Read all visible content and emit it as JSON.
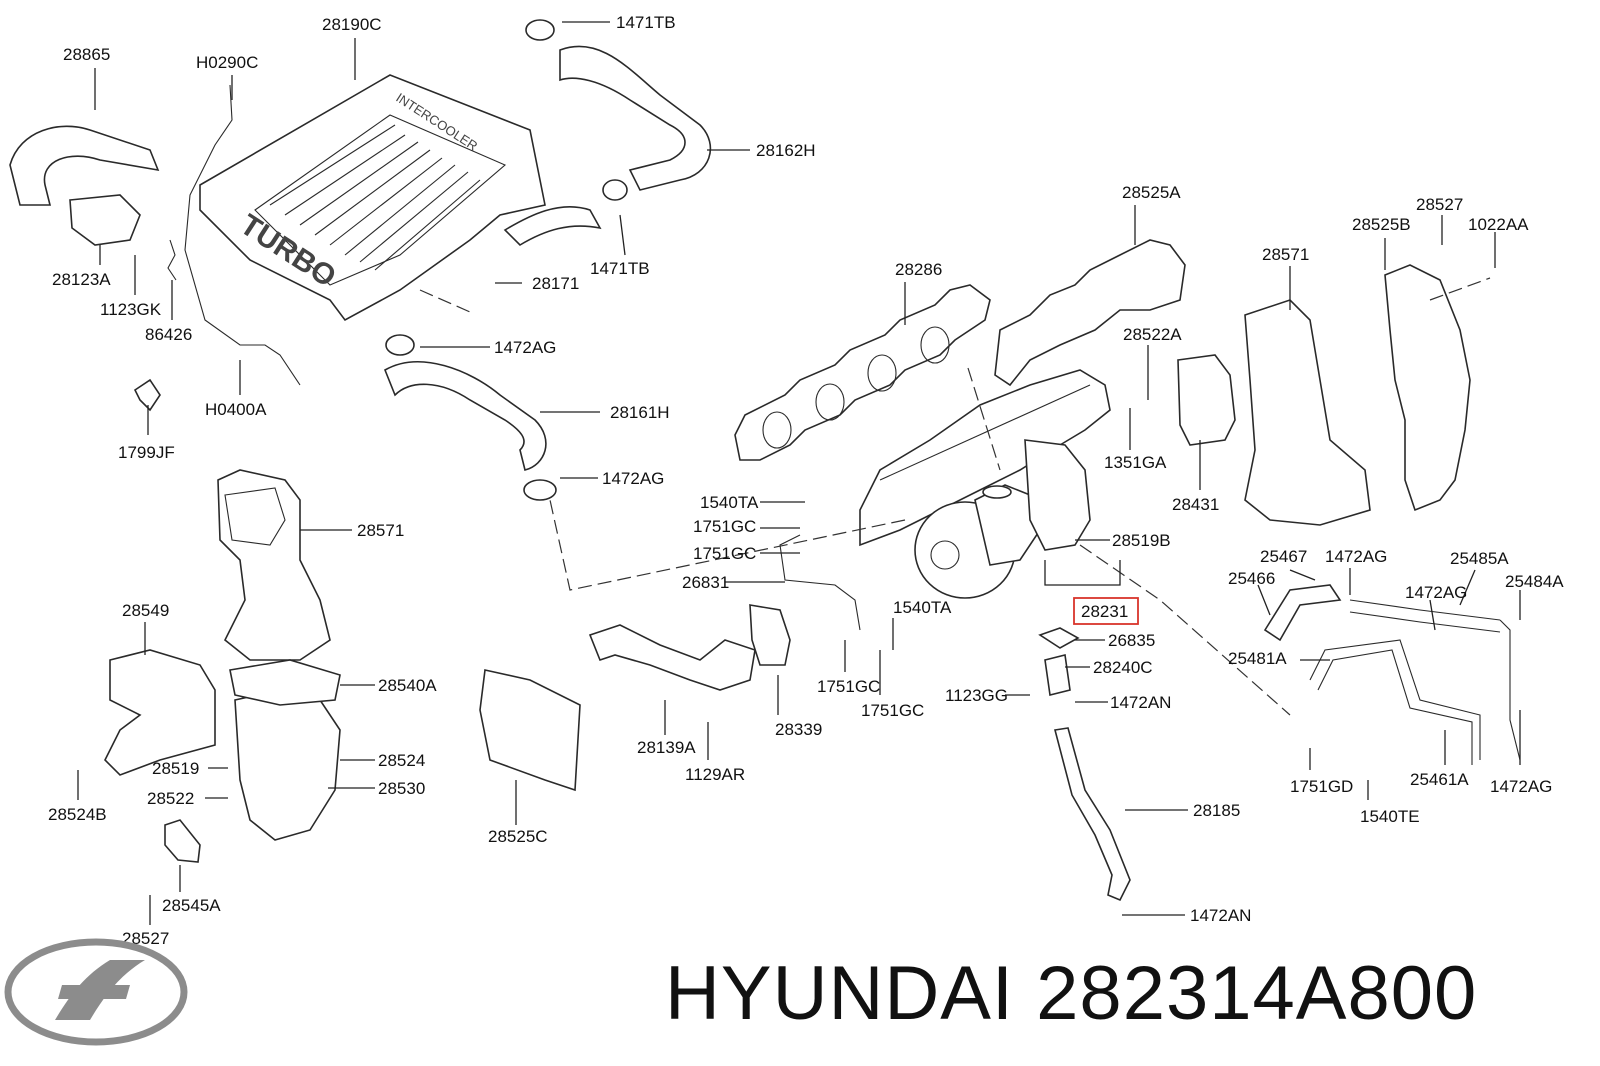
{
  "brand_text": "HYUNDAI 282314A800",
  "logo": {
    "name": "hyundai-logo",
    "color": "#8c8c8c"
  },
  "highlight_color": "#d9342b",
  "highlighted_part": "28231",
  "labels": [
    "28865",
    "H0290C",
    "28190C",
    "1471TB",
    "28162H",
    "28123A",
    "1123GK",
    "86426",
    "28171",
    "1471TB",
    "H0400A",
    "1472AG",
    "28161H",
    "1799JF",
    "1472AG",
    "28571",
    "28286",
    "28525A",
    "28527",
    "28525B",
    "1022AA",
    "28571",
    "28522A",
    "1351GA",
    "28431",
    "1540TA",
    "1751GC",
    "1751GC",
    "28519B",
    "26831",
    "28231",
    "1540TA",
    "26835",
    "28240C",
    "1123GG",
    "1472AN",
    "28549",
    "28540A",
    "28524",
    "28519",
    "28530",
    "28522",
    "28524B",
    "28545A",
    "28527",
    "28139A",
    "1129AR",
    "28339",
    "1751GC",
    "1751GC",
    "28525C",
    "28185",
    "1472AN",
    "25467",
    "1472AG",
    "25485A",
    "25466",
    "1472AG",
    "25484A",
    "25481A",
    "1751GD",
    "1540TE",
    "25461A",
    "1472AG"
  ]
}
